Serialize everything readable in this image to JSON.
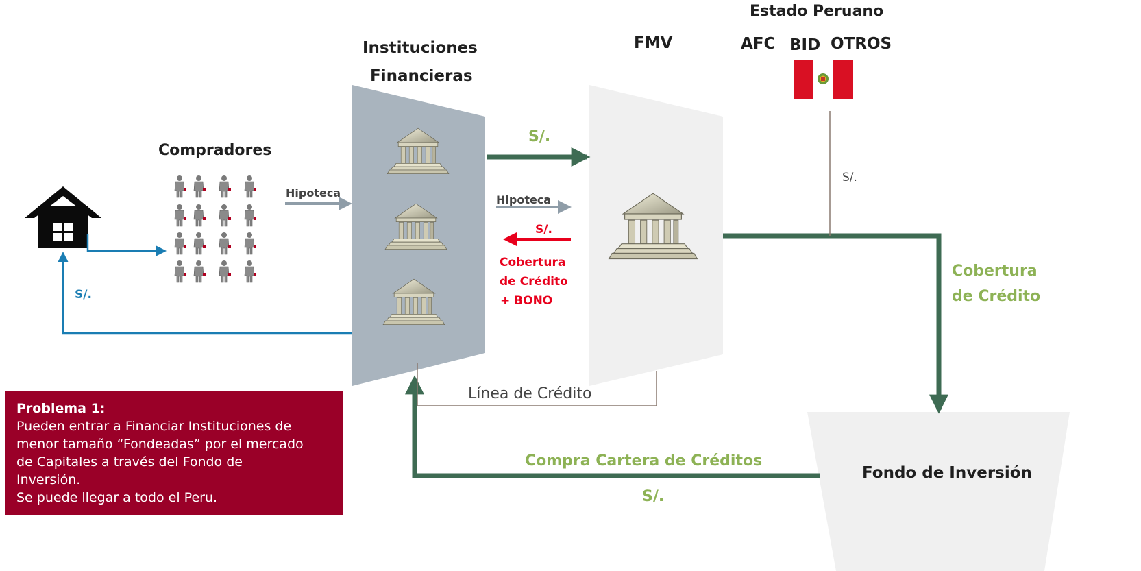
{
  "labels": {
    "instituciones": "Instituciones",
    "financieras": "Financieras",
    "fmv": "FMV",
    "estado_peruano": "Estado Peruano",
    "afc": "AFC",
    "bid": "BID",
    "otros": "OTROS",
    "compradores": "Compradores",
    "hipoteca_1": "Hipoteca",
    "hipoteca_2": "Hipoteca",
    "soles_if_to_fmv": "S/.",
    "soles_fmv_to_if": "S/.",
    "cobertura_red_1": "Cobertura",
    "cobertura_red_2": "de Crédito",
    "cobertura_red_3": "+ BONO",
    "soles_estado": "S/.",
    "cobertura_green_1": "Cobertura",
    "cobertura_green_2": "de Crédito",
    "soles_house": "S/.",
    "linea_credito": "Línea de Crédito",
    "compra_cartera": "Compra Cartera de Créditos",
    "soles_bottom": "S/.",
    "fondo": "Fondo de Inversión"
  },
  "problem": {
    "title": "Problema 1:",
    "line1": "Pueden entrar a Financiar Instituciones de",
    "line2": "menor tamaño “Fondeadas” por el mercado",
    "line3": "de Capitales a través del Fondo de",
    "line4": "Inversión.",
    "line5": "Se puede llegar a todo el Peru."
  },
  "icons": {
    "house": "house-icon",
    "people": "person-icon",
    "bank": "bank-building-icon",
    "flag": "peru-flag-icon"
  },
  "colors": {
    "dark_green": "#3e6b53",
    "light_green": "#8db255",
    "red": "#e8001c",
    "blue": "#1a7db3",
    "grey_arrow": "#8f9da8",
    "panel_if": "#a9b4be",
    "panel_fmv": "#f0f0f0",
    "problem_bg": "#9a0028"
  }
}
